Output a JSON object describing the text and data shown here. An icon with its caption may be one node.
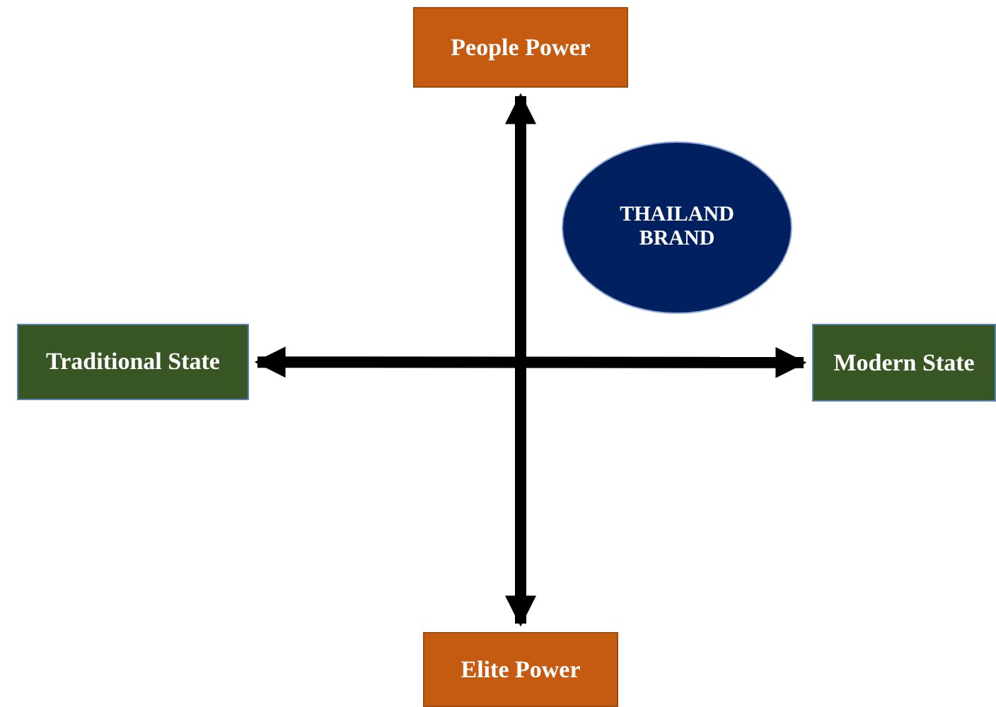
{
  "diagram": {
    "nodes": [
      {
        "text": [
          "People Power"
        ]
      },
      {
        "text": [
          "THAILAND BRAND"
        ]
      },
      {
        "text": [
          "Traditional State"
        ]
      },
      {
        "text": [
          "Modern State"
        ]
      },
      {
        "text": [
          "Elite Power"
        ]
      }
    ],
    "edges": [
      {
        "from": 2,
        "to": 3,
        "arrow": "both"
      },
      {
        "from": 0,
        "to": 4,
        "arrow": "both"
      }
    ]
  }
}
